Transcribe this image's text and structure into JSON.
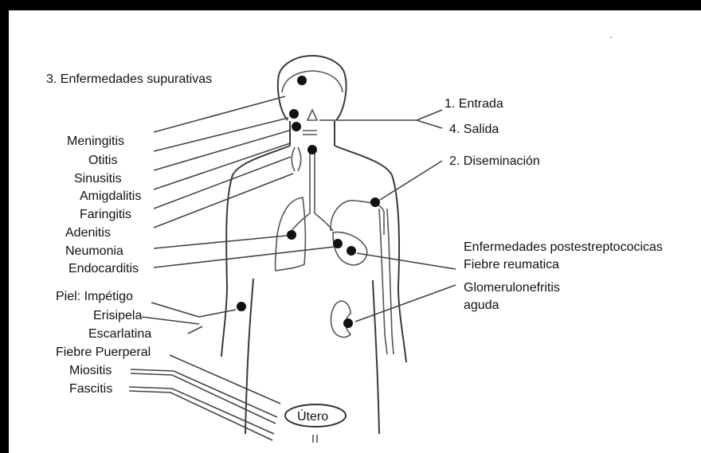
{
  "labels": {
    "supurativas": "3. Enfermedades supurativas",
    "entrada": "1. Entrada",
    "salida": "4. Salida",
    "diseminacion": "2. Diseminación",
    "meningitis": "Meningitis",
    "otitis": "Otitis",
    "sinusitis": "Sinusitis",
    "amigdalitis": "Amigdalitis",
    "faringitis": "Faringitis",
    "adenitis": "Adenitis",
    "neumonia": "Neumonia",
    "endocarditis": "Endocarditis",
    "postestreptococicas": "Enfermedades postestreptococicas",
    "fiebre_reumatica": "Fiebre reumatica",
    "glomerulonefritis": "Glomerulonefritis",
    "aguda": "aguda",
    "piel": "Piel: Impétigo",
    "erisipela": "Erisipela",
    "escarlatina": "Escarlatina",
    "fiebre_puerperal": "Fiebre Puerperal",
    "miositis": "Miositis",
    "fascitis": "Fascitis",
    "utero": "Útero"
  }
}
